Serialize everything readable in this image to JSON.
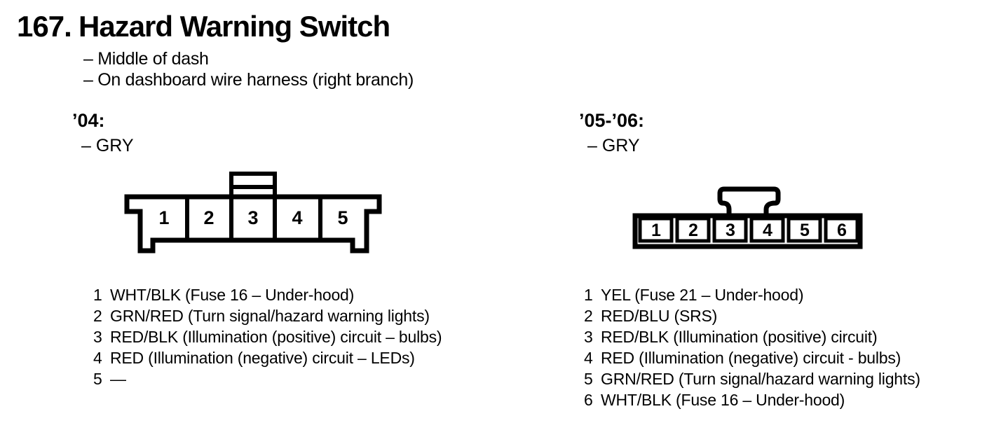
{
  "page": {
    "section_number": "167.",
    "title": "Hazard Warning Switch",
    "notes": [
      "– Middle of dash",
      "– On dashboard wire harness (right branch)"
    ]
  },
  "colors": {
    "ink": "#000000",
    "background": "#ffffff"
  },
  "variants": [
    {
      "label": "’04:",
      "color_note": "– GRY",
      "connector": {
        "type": "5-pin connector, gray",
        "pins": [
          "1",
          "2",
          "3",
          "4",
          "5"
        ]
      },
      "pinout": [
        {
          "pin": "1",
          "desc": "WHT/BLK (Fuse 16 – Under-hood)"
        },
        {
          "pin": "2",
          "desc": "GRN/RED (Turn signal/hazard warning lights)"
        },
        {
          "pin": "3",
          "desc": "RED/BLK (Illumination (positive) circuit – bulbs)"
        },
        {
          "pin": "4",
          "desc": "RED (Illumination (negative) circuit – LEDs)"
        },
        {
          "pin": "5",
          "desc": "—"
        }
      ]
    },
    {
      "label": "’05-’06:",
      "color_note": "– GRY",
      "connector": {
        "type": "6-pin connector, gray",
        "pins": [
          "1",
          "2",
          "3",
          "4",
          "5",
          "6"
        ]
      },
      "pinout": [
        {
          "pin": "1",
          "desc": "YEL (Fuse 21 – Under-hood)"
        },
        {
          "pin": "2",
          "desc": "RED/BLU (SRS)"
        },
        {
          "pin": "3",
          "desc": "RED/BLK (Illumination (positive) circuit)"
        },
        {
          "pin": "4",
          "desc": "RED (Illumination (negative) circuit - bulbs)"
        },
        {
          "pin": "5",
          "desc": "GRN/RED (Turn signal/hazard warning lights)"
        },
        {
          "pin": "6",
          "desc": "WHT/BLK (Fuse 16 – Under-hood)"
        }
      ]
    }
  ]
}
